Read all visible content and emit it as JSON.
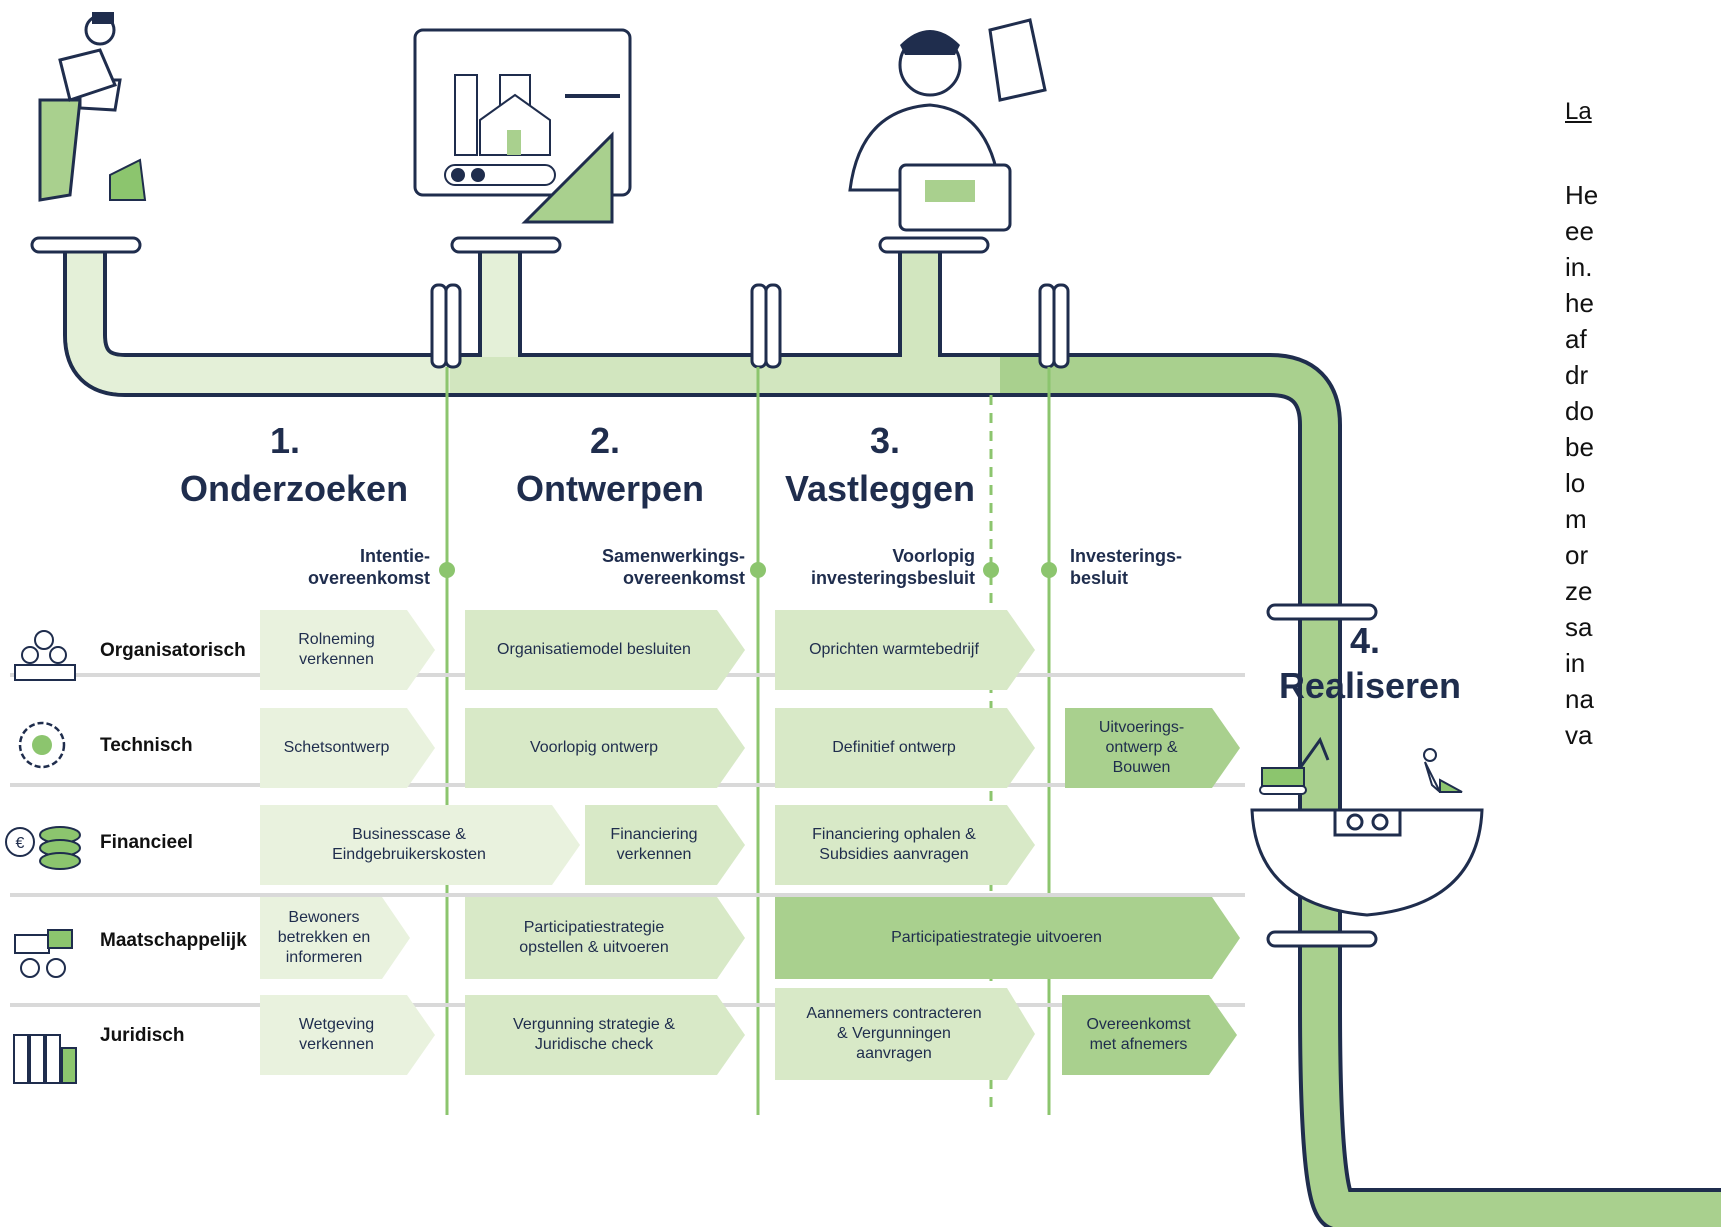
{
  "side_panel": {
    "heading": "La",
    "lines": [
      "He",
      "ee",
      "in.",
      "he",
      "af",
      "dr",
      "do",
      "be",
      "lo",
      "m",
      "or",
      "ze",
      "sa",
      "in",
      "na",
      "va"
    ]
  },
  "phases": [
    {
      "number": "1.",
      "title": "Onderzoeken"
    },
    {
      "number": "2.",
      "title": "Ontwerpen"
    },
    {
      "number": "3.",
      "title": "Vastleggen"
    },
    {
      "number": "4.",
      "title": "Realiseren"
    }
  ],
  "milestones": [
    {
      "lines": [
        "Intentie-",
        "overeenkomst"
      ]
    },
    {
      "lines": [
        "Samenwerkings-",
        "overeenkomst"
      ]
    },
    {
      "lines": [
        "Voorlopig",
        "investeringsbesluit"
      ]
    },
    {
      "lines": [
        "Investerings-",
        "besluit"
      ]
    }
  ],
  "categories": [
    {
      "label": "Organisatorisch",
      "icon": "team-icon"
    },
    {
      "label": "Technisch",
      "icon": "gear-cycle-icon"
    },
    {
      "label": "Financieel",
      "icon": "euro-coins-icon"
    },
    {
      "label": "Maatschappelijk",
      "icon": "chat-people-icon"
    },
    {
      "label": "Juridisch",
      "icon": "binders-icon"
    }
  ],
  "activities": {
    "organisatorisch": [
      {
        "lines": [
          "Rolneming",
          "verkennen"
        ]
      },
      {
        "lines": [
          "Organisatiemodel besluiten"
        ]
      },
      {
        "lines": [
          "Oprichten warmtebedrijf"
        ]
      }
    ],
    "technisch": [
      {
        "lines": [
          "Schetsontwerp"
        ]
      },
      {
        "lines": [
          "Voorlopig ontwerp"
        ]
      },
      {
        "lines": [
          "Definitief ontwerp"
        ]
      },
      {
        "lines": [
          "Uitvoerings-",
          "ontwerp &",
          "Bouwen"
        ]
      }
    ],
    "financieel": [
      {
        "lines": [
          "Businesscase &",
          "Eindgebruikerskosten"
        ]
      },
      {
        "lines": [
          "Financiering",
          "verkennen"
        ]
      },
      {
        "lines": [
          "Financiering ophalen &",
          "Subsidies aanvragen"
        ]
      }
    ],
    "maatschappelijk": [
      {
        "lines": [
          "Bewoners",
          "betrekken en",
          "informeren"
        ]
      },
      {
        "lines": [
          "Participatiestrategie",
          "opstellen & uitvoeren"
        ]
      },
      {
        "lines": [
          "Participatiestrategie uitvoeren"
        ]
      }
    ],
    "juridisch": [
      {
        "lines": [
          "Wetgeving",
          "verkennen"
        ]
      },
      {
        "lines": [
          "Vergunning strategie &",
          "Juridische check"
        ]
      },
      {
        "lines": [
          "Aannemers contracteren",
          "& Vergunningen",
          "aanvragen"
        ]
      },
      {
        "lines": [
          "Overeenkomst",
          "met afnemers"
        ]
      }
    ]
  },
  "colors": {
    "pipe_fill": "#a9d08e",
    "pipe_light": "#e4f0d8",
    "outline": "#1f2d4d",
    "accent_green": "#8cc56e",
    "box_light": "#e9f2de",
    "box_dark": "#a9d08e"
  }
}
